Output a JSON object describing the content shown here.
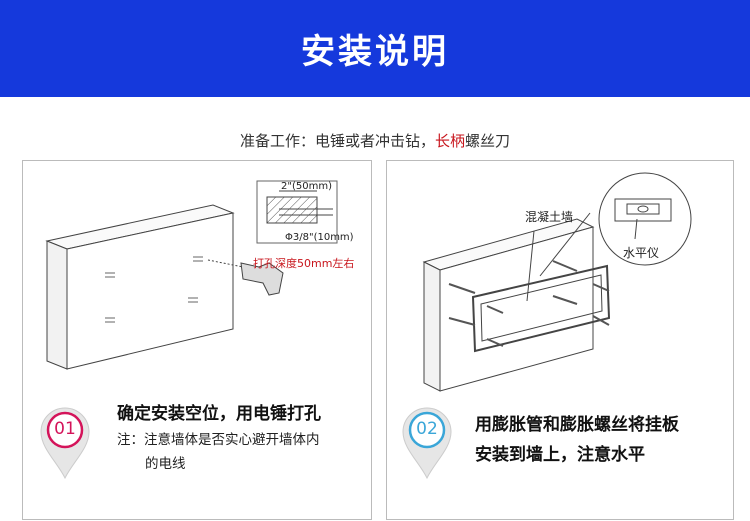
{
  "header": {
    "title": "安装说明"
  },
  "tools": {
    "prefix": "准备工作：电锤或者冲击钻，",
    "highlight": "长柄",
    "suffix": "螺丝刀"
  },
  "colors": {
    "header_blue": "#1539dc",
    "accent_red": "#c8161d",
    "step1_ring": "#d4145a",
    "step2_ring": "#3aa6d8"
  },
  "step1": {
    "number": "01",
    "title": "确定安装空位，用电锤打孔",
    "note_line1": "注：注意墙体是否实心避开墙体内",
    "note_line2": "的电线",
    "diagram": {
      "width_label": "2\"(50mm)",
      "diameter_label": "Φ3/8\"(10mm)",
      "depth_label": "打孔深度50mm左右"
    }
  },
  "step2": {
    "number": "02",
    "title_line1": "用膨胀管和膨胀螺丝将挂板",
    "title_line2": "安装到墙上，注意水平",
    "diagram": {
      "wall_label": "混凝土墙",
      "level_label": "水平仪"
    }
  }
}
